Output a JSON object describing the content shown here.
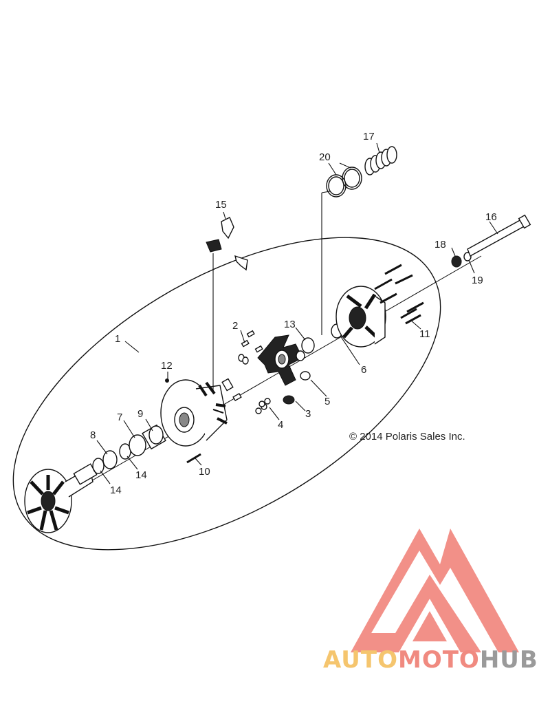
{
  "copyright": "© 2014 Polaris Sales Inc.",
  "brand": {
    "part1": "AUTO",
    "part2": "MOTO",
    "part3": "HUB",
    "color1": "#f5c56e",
    "color2": "#f08a80",
    "color3": "#9a9a9a",
    "logo_color": "#f28b82"
  },
  "callouts": [
    "1",
    "2",
    "3",
    "4",
    "5",
    "6",
    "7",
    "8",
    "9",
    "10",
    "11",
    "12",
    "13",
    "14",
    "14",
    "15",
    "16",
    "17",
    "18",
    "19",
    "20"
  ]
}
